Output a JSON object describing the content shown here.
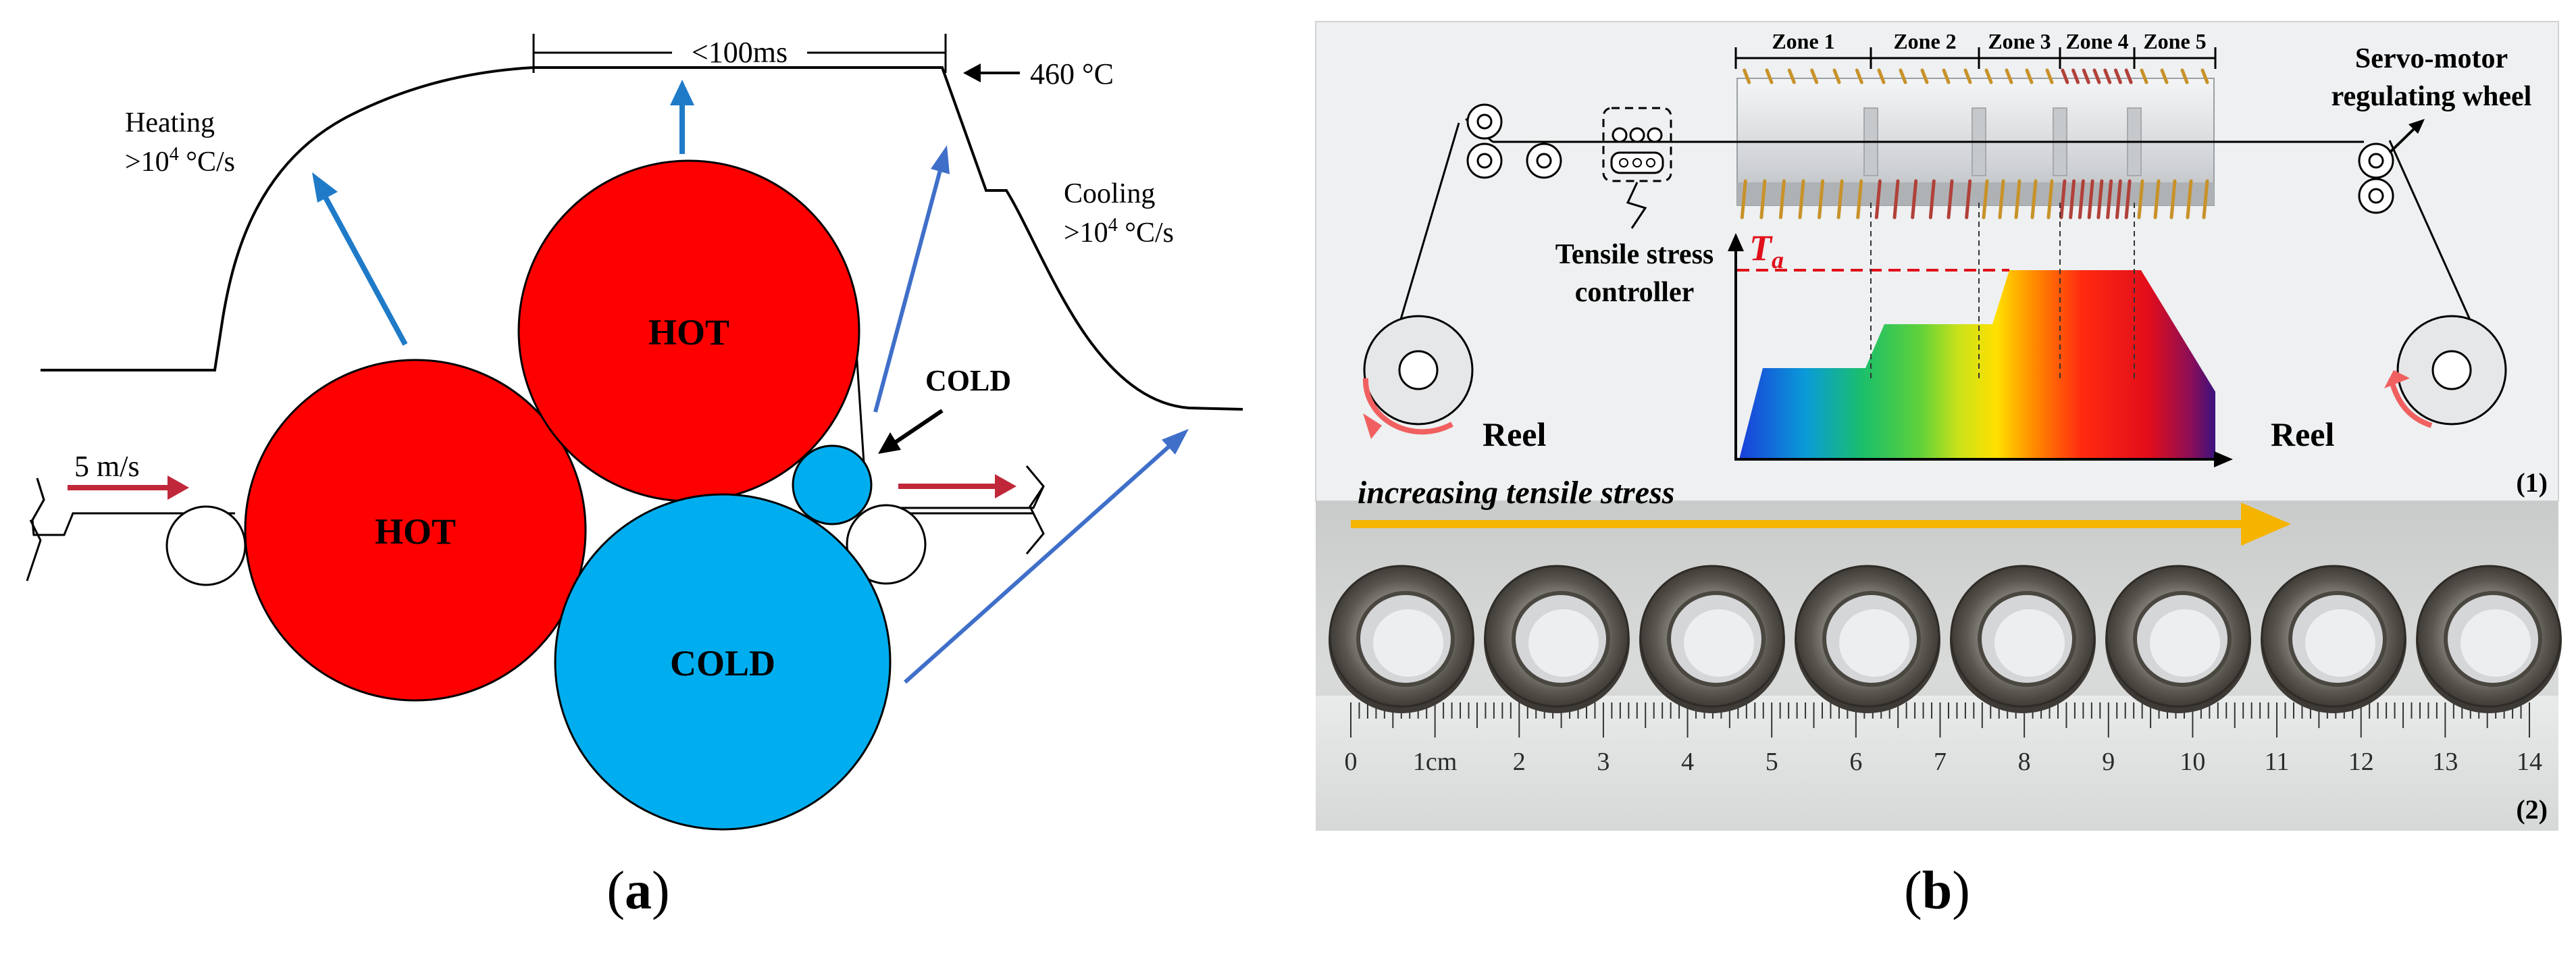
{
  "panel_a": {
    "caption_open": "(",
    "caption_letter": "a",
    "caption_close": ")",
    "duration_label": "<100ms",
    "peak_temp_label": "460 °C",
    "heating_line1": "Heating",
    "heating_line2_base": ">10",
    "heating_line2_exp": "4",
    "heating_line2_unit": " °C/s",
    "cooling_line1": "Cooling",
    "cooling_line2_base": ">10",
    "cooling_line2_exp": "4",
    "cooling_line2_unit": " °C/s",
    "speed_label": "5 m/s",
    "hot_roll_left_label": "HOT",
    "hot_roll_top_label": "HOT",
    "cold_roll_large_label": "COLD",
    "cold_roll_small_label": "COLD",
    "colors": {
      "hot": "#ff0000",
      "cold": "#00aeef",
      "arrow_blue": "#1f7bc8",
      "arrow_red": "#c0283a"
    }
  },
  "panel_b": {
    "caption_open": "(",
    "caption_letter": "b",
    "caption_close": ")",
    "zones": [
      "Zone 1",
      "Zone 2",
      "Zone 3",
      "Zone 4",
      "Zone 5"
    ],
    "servo_label_line1": "Servo-motor",
    "servo_label_line2": "regulating wheel",
    "tensile_label_line1": "Tensile stress",
    "tensile_label_line2": "controller",
    "ta_label_base": "T",
    "ta_label_sub": "a",
    "reel_left": "Reel",
    "reel_right": "Reel",
    "sub1_label": "(1)",
    "sub2_label": "(2)",
    "increasing_label": "increasing tensile stress",
    "ruler_numbers": [
      "0",
      "1cm",
      "2",
      "3",
      "4",
      "5",
      "6",
      "7",
      "8",
      "9",
      "10",
      "11",
      "12",
      "13",
      "14"
    ],
    "sample_count": 8,
    "colors": {
      "arrow_yellow": "#f5b400",
      "ta_red": "#e0101a",
      "reel_arrow": "#f06060"
    }
  }
}
